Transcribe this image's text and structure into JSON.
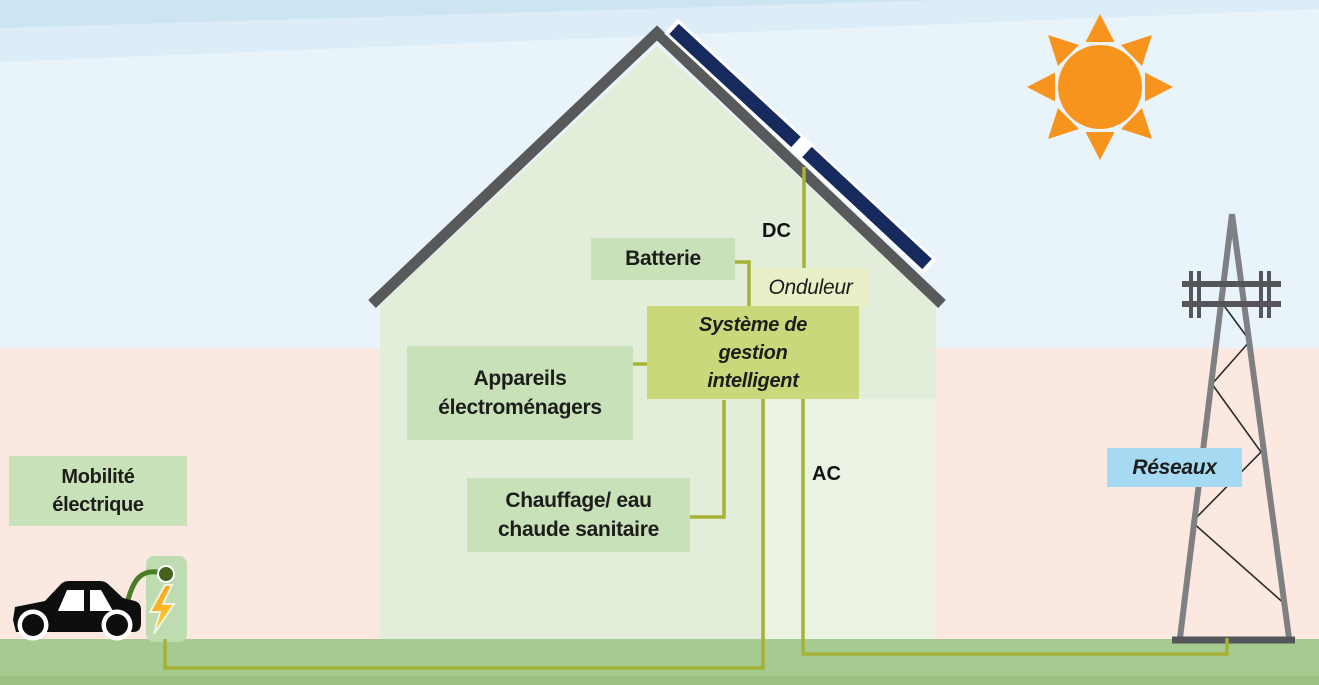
{
  "diagram": {
    "boxes": {
      "batterie": {
        "label": "Batterie"
      },
      "onduleur": {
        "label": "Onduleur"
      },
      "systeme": {
        "label": "Système de\ngestion\nintelligent"
      },
      "appareils": {
        "label": "Appareils\nélectroménagers"
      },
      "chauffage": {
        "label": "Chauffage/ eau\nchaude sanitaire"
      },
      "mobilite": {
        "label": "Mobilité\nélectrique"
      },
      "reseaux": {
        "label": "Réseaux"
      }
    },
    "flow_labels": {
      "dc": "DC",
      "ac": "AC"
    },
    "icons": [
      "sun-icon",
      "house-icon",
      "solar-panel-icon",
      "power-pylon-icon",
      "electric-car-icon",
      "charging-station-icon",
      "lightning-bolt-icon",
      "charging-plug-icon"
    ],
    "colors": {
      "sky": "#e8f3fa",
      "sky_band_mid": "#dcedf7",
      "sky_band_top": "#cde5f3",
      "horizon_pink": "#fbe9e1",
      "ground": "#a6cb90",
      "ground_dark": "#9cc283",
      "house_wall": "#e2eeda",
      "roof_gray": "#58595b",
      "solar_panel_navy": "#172a5e",
      "label_green": "#c8e1b9",
      "onduleur_bg": "#e9efc6",
      "systeme_bg": "#cbd77b",
      "wire_olive": "#a6b236",
      "reseaux_blue": "#a6daf2",
      "sun_orange": "#f7941d",
      "bolt_yellow": "#ffd02e",
      "station_green": "#bedcb0",
      "text": "#1d1d1b"
    }
  }
}
